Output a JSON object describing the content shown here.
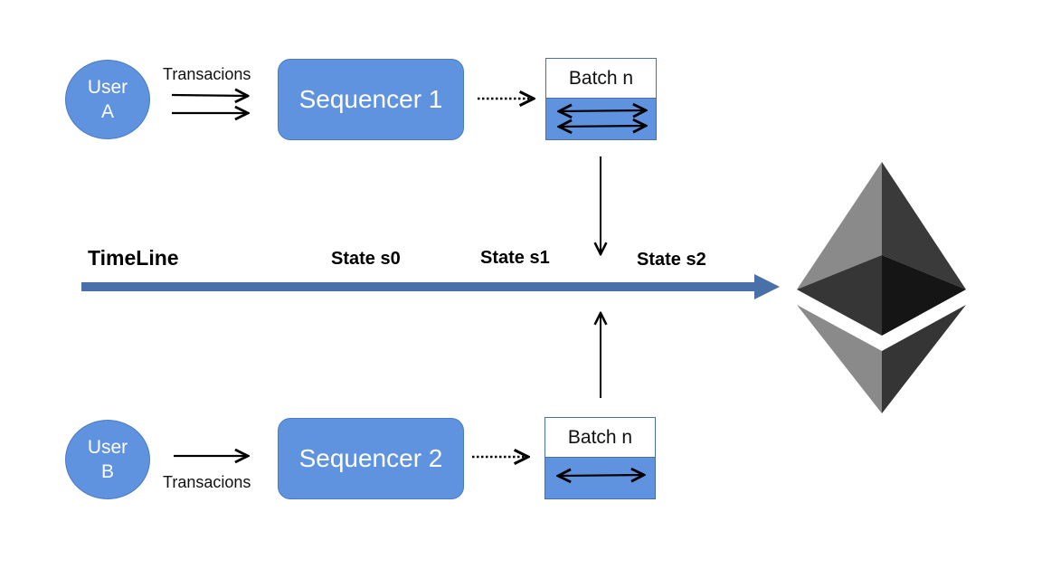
{
  "users": [
    {
      "line1": "User",
      "line2": "A"
    },
    {
      "line1": "User",
      "line2": "B"
    }
  ],
  "transactions_label": "Transacions",
  "sequencers": [
    {
      "label": "Sequencer 1"
    },
    {
      "label": "Sequencer 2"
    }
  ],
  "batches": [
    {
      "label": "Batch n",
      "tx_count": 2
    },
    {
      "label": "Batch n",
      "tx_count": 1
    }
  ],
  "timeline": {
    "label": "TimeLine",
    "states": [
      "State s0",
      "State s1",
      "State s2"
    ]
  },
  "colors": {
    "node_fill": "#5f93df",
    "timeline": "#4a70aa",
    "eth_light": "#8a8a8a",
    "eth_dark": "#343434",
    "eth_darkest": "#141414"
  },
  "icons": {
    "settlement_layer": "ethereum-logo-icon"
  }
}
